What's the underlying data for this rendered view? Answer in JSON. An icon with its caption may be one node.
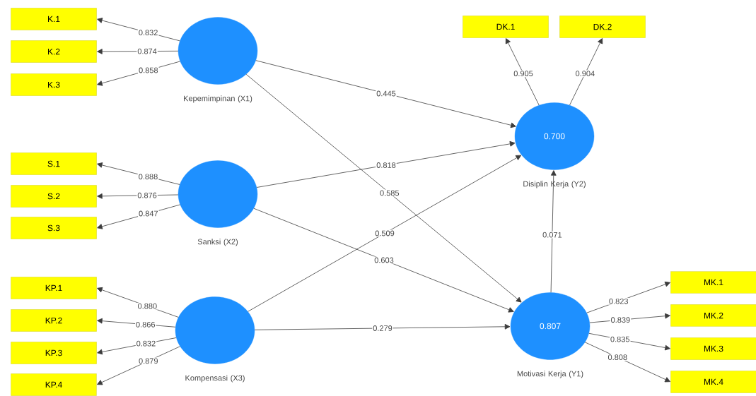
{
  "diagram": {
    "nodes": [
      {
        "text": [
          "K.1"
        ]
      },
      {
        "text": [
          "K.2"
        ]
      },
      {
        "text": [
          "K.3"
        ]
      },
      {
        "text": [
          "Kepemimpinan (X1)"
        ]
      },
      {
        "text": [
          "DK.1"
        ]
      },
      {
        "text": [
          "DK.2"
        ]
      },
      {
        "text": [
          "0.700",
          "Disiplin Kerja (Y2)"
        ]
      },
      {
        "text": [
          "S.1"
        ]
      },
      {
        "text": [
          "S.2"
        ]
      },
      {
        "text": [
          "S.3"
        ]
      },
      {
        "text": [
          "Sanksi (X2)"
        ]
      },
      {
        "text": [
          "KP.1"
        ]
      },
      {
        "text": [
          "KP.2"
        ]
      },
      {
        "text": [
          "KP.3"
        ]
      },
      {
        "text": [
          "KP.4"
        ]
      },
      {
        "text": [
          "Kompensasi (X3)"
        ]
      },
      {
        "text": [
          "0.807",
          "Motivasi Kerja (Y1)"
        ]
      },
      {
        "text": [
          "MK.1"
        ]
      },
      {
        "text": [
          "MK.2"
        ]
      },
      {
        "text": [
          "MK.3"
        ]
      },
      {
        "text": [
          "MK.4"
        ]
      }
    ],
    "edges": [
      {
        "from": 3,
        "to": 0,
        "arrow": "to",
        "label": "0.832"
      },
      {
        "from": 3,
        "to": 1,
        "arrow": "to",
        "label": "0.874"
      },
      {
        "from": 3,
        "to": 2,
        "arrow": "to",
        "label": "0.858"
      },
      {
        "from": 10,
        "to": 7,
        "arrow": "to",
        "label": "0.888"
      },
      {
        "from": 10,
        "to": 8,
        "arrow": "to",
        "label": "0.876"
      },
      {
        "from": 10,
        "to": 9,
        "arrow": "to",
        "label": "0.847"
      },
      {
        "from": 15,
        "to": 11,
        "arrow": "to",
        "label": "0.880"
      },
      {
        "from": 15,
        "to": 12,
        "arrow": "to",
        "label": "0.866"
      },
      {
        "from": 15,
        "to": 13,
        "arrow": "to",
        "label": "0.832"
      },
      {
        "from": 15,
        "to": 14,
        "arrow": "to",
        "label": "0.879"
      },
      {
        "from": 3,
        "to": 6,
        "arrow": "to",
        "label": "0.445"
      },
      {
        "from": 10,
        "to": 6,
        "arrow": "to",
        "label": "0.818"
      },
      {
        "from": 3,
        "to": 16,
        "arrow": "to",
        "label": "0.585"
      },
      {
        "from": 15,
        "to": 6,
        "arrow": "to",
        "label": "0.509"
      },
      {
        "from": 10,
        "to": 16,
        "arrow": "to",
        "label": "0.603"
      },
      {
        "from": 15,
        "to": 16,
        "arrow": "to",
        "label": "0.279"
      },
      {
        "from": 16,
        "to": 6,
        "arrow": "to",
        "label": "0.071"
      },
      {
        "from": 6,
        "to": 4,
        "arrow": "to",
        "label": "0.905"
      },
      {
        "from": 6,
        "to": 5,
        "arrow": "to",
        "label": "0.904"
      },
      {
        "from": 16,
        "to": 17,
        "arrow": "to",
        "label": "0.823"
      },
      {
        "from": 16,
        "to": 18,
        "arrow": "to",
        "label": "0.839"
      },
      {
        "from": 16,
        "to": 19,
        "arrow": "to",
        "label": "0.835"
      },
      {
        "from": 16,
        "to": 20,
        "arrow": "to",
        "label": "0.808"
      }
    ]
  }
}
